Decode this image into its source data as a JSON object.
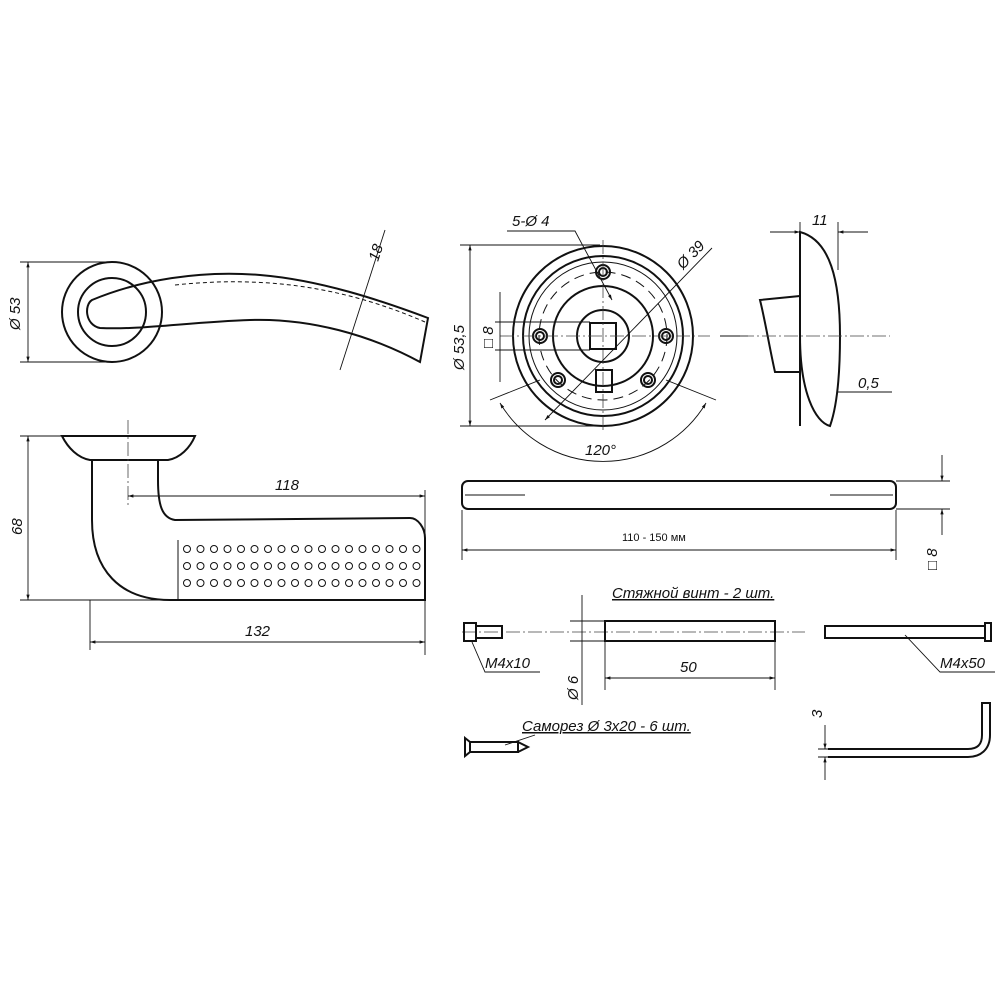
{
  "handle_top": {
    "dia": "Ø 53",
    "width": "18"
  },
  "handle_side": {
    "height": "68",
    "reach": "118",
    "length": "132"
  },
  "rosette": {
    "holes": "5-Ø 4",
    "dia_inner": "Ø 39",
    "dia_outer": "Ø 53,5",
    "square": "□ 8",
    "angle": "120°"
  },
  "rosette_side": {
    "thick": "11",
    "gap": "0,5"
  },
  "spindle": {
    "length": "110 - 150 мм",
    "square": "□ 8"
  },
  "screws": {
    "title": "Стяжной винт - 2 шт.",
    "short": "M4x10",
    "sleeve_dia": "Ø 6",
    "sleeve_len": "50",
    "long": "M4x50"
  },
  "wood_screw": {
    "title": "Саморез Ø 3x20 - 6 шт."
  },
  "hex_key": {
    "size": "3"
  }
}
